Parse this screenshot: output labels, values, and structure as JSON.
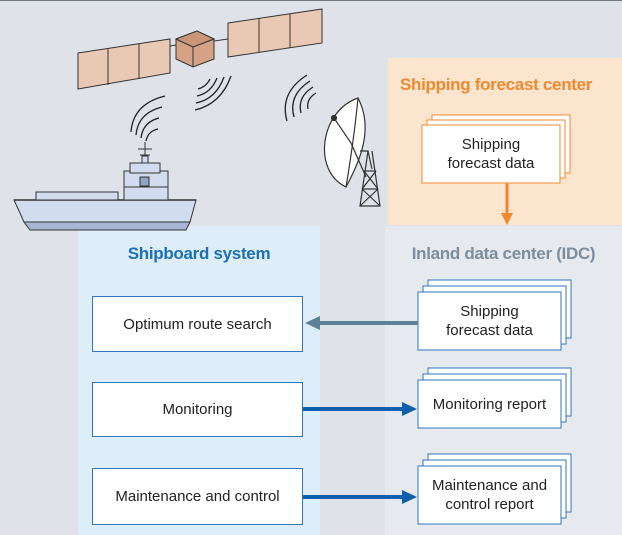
{
  "forecast_center": {
    "title": "Shipping forecast center",
    "doc_label": "Shipping\nforecast data"
  },
  "shipboard": {
    "title": "Shipboard system",
    "items": [
      "Optimum route search",
      "Monitoring",
      "Maintenance and control"
    ]
  },
  "idc": {
    "title": "Inland data center (IDC)",
    "docs": [
      "Shipping\nforecast data",
      "Monitoring report",
      "Maintenance and\ncontrol report"
    ]
  },
  "colors": {
    "orange": "#f0882d",
    "blue": "#2f76bc",
    "dark_blue": "#0e5fae",
    "gray_blue": "#5d8295",
    "light_blue_panel": "#ddeef9",
    "peach_panel": "#fbe5cf",
    "background": "#dfe3e9"
  },
  "icons": [
    "satellite-icon",
    "satellite-dish-icon",
    "ship-icon",
    "signal-waves-icon"
  ]
}
